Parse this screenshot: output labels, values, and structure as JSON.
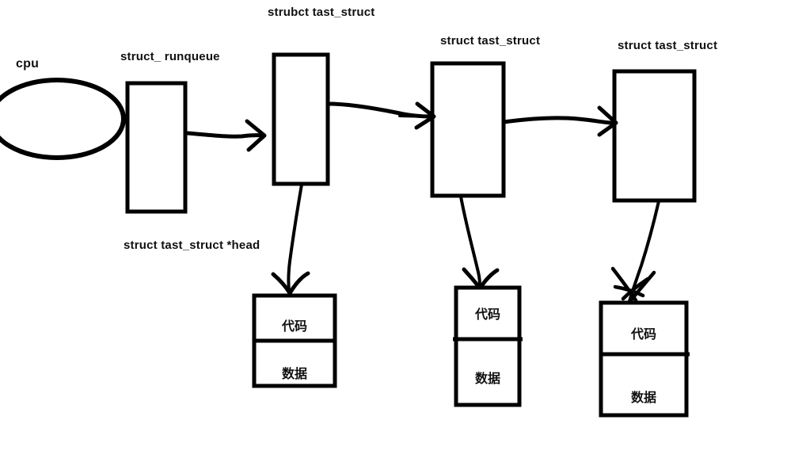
{
  "diagram": {
    "title_labels": {
      "cpu": "cpu",
      "runqueue": "struct_ runqueue",
      "head_pointer": "struct tast_struct *head",
      "task1": "strubct tast_struct",
      "task2": "struct tast_struct",
      "task3": "struct tast_struct"
    },
    "memory_blocks": [
      {
        "code": "代码",
        "data": "数据"
      },
      {
        "code": "代码",
        "data": "数据"
      },
      {
        "code": "代码",
        "data": "数据"
      }
    ],
    "colors": {
      "stroke": "#000000",
      "background": "#ffffff",
      "text": "#111111"
    }
  }
}
